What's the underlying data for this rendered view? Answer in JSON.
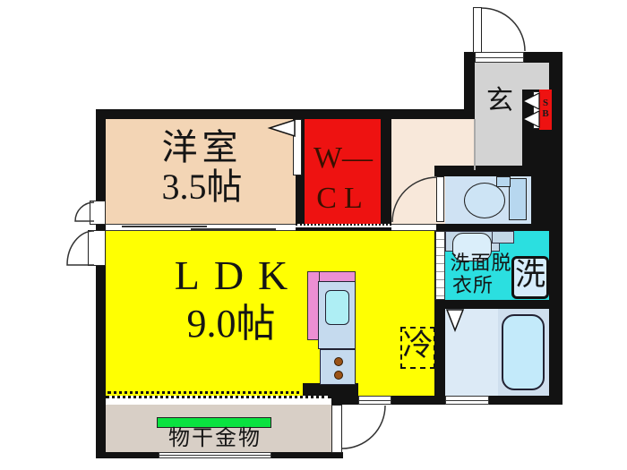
{
  "floorplan": {
    "rooms": {
      "western_room": {
        "name": "洋室",
        "size": "3.5帖"
      },
      "walk_in_closet": {
        "label_line1": "W―",
        "label_line2": "CL"
      },
      "ldk": {
        "name": "LDK",
        "size": "9.0帖"
      },
      "entrance": {
        "label": "玄"
      },
      "shoe_box": {
        "letter1": "S",
        "letter2": "B"
      },
      "washroom": {
        "label_line1": "洗面脱",
        "label_line2": "衣所"
      },
      "balcony": {
        "laundry_label": "物干金物"
      }
    },
    "fixtures": {
      "washing_machine": {
        "label": "洗"
      },
      "refrigerator": {
        "label": "冷"
      }
    },
    "colors": {
      "wall": "#121212",
      "western_room": "#f3d5b5",
      "walk_in_closet": "#ee1211",
      "ldk": "#ffff02",
      "hallway": "#f8e8da",
      "entrance_floor": "#d3d3d3",
      "toilet": "#cfe2f3",
      "washroom": "#2bdfe0",
      "bathroom": "#dceaf6",
      "bathtub": "#c3eafa",
      "balcony": "#d8cfc6",
      "laundry_bar": "#0ae240",
      "shoe_box": "#ee1211",
      "kitchen_counter": "#ec8fd3",
      "kitchen_unit": "#c5daee"
    }
  }
}
